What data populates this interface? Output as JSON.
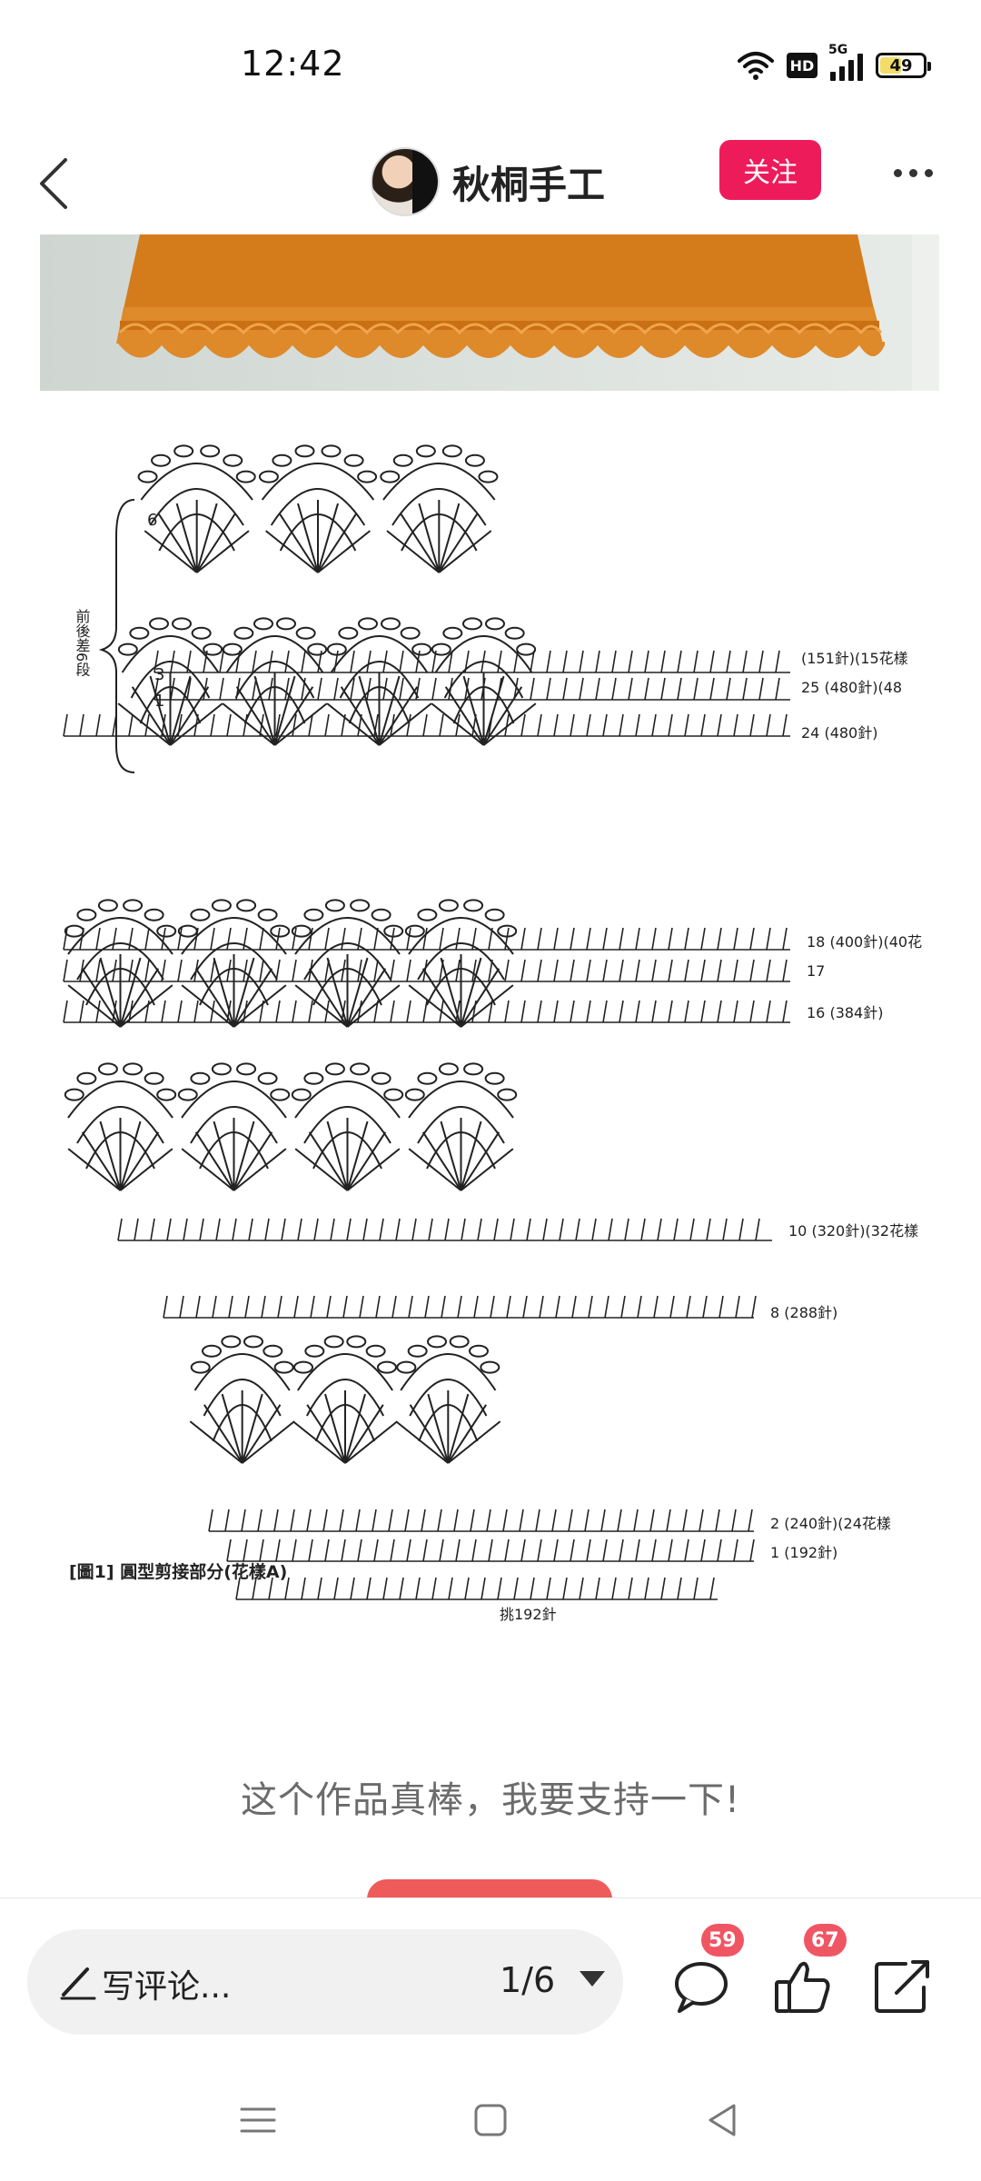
{
  "status_bar": {
    "time": "12:42",
    "network": "5G",
    "hd": "HD",
    "battery": "49",
    "battery_level": 0.49
  },
  "header": {
    "author_name": "秋桐手工",
    "follow_label": "关注",
    "icons": [
      "back-arrow-icon",
      "avatar",
      "more-dots-icon"
    ]
  },
  "content": {
    "diagram_text": {
      "row_6": "6",
      "row_3": "3",
      "row_1_top": "1",
      "side_note": "前後差6段",
      "r151": "(151針)(15花樣",
      "r25": "25 (480針)(48",
      "r24": "24 (480針)",
      "r18": "18 (400針)(40花",
      "r17": "17",
      "r16": "16 (384針)",
      "r10": "10 (320針)(32花樣",
      "r8": "8 (288針)",
      "r2": "2 (240針)(24花樣",
      "r1": "1 (192針)",
      "caption": "[圖1] 圓型剪接部分(花樣A)",
      "pickup": "挑192針"
    },
    "support_text": "这个作品真棒，我要支持一下!"
  },
  "bottom_bar": {
    "comment_placeholder": "写评论...",
    "page_indicator": "1/6",
    "comment_count": "59",
    "like_count": "67"
  },
  "nav": {
    "icons": [
      "menu-icon",
      "home-square-icon",
      "back-triangle-icon"
    ]
  },
  "colors": {
    "accent": "#ee1b5b",
    "badge": "#f05563",
    "garment": "#d9801f"
  }
}
